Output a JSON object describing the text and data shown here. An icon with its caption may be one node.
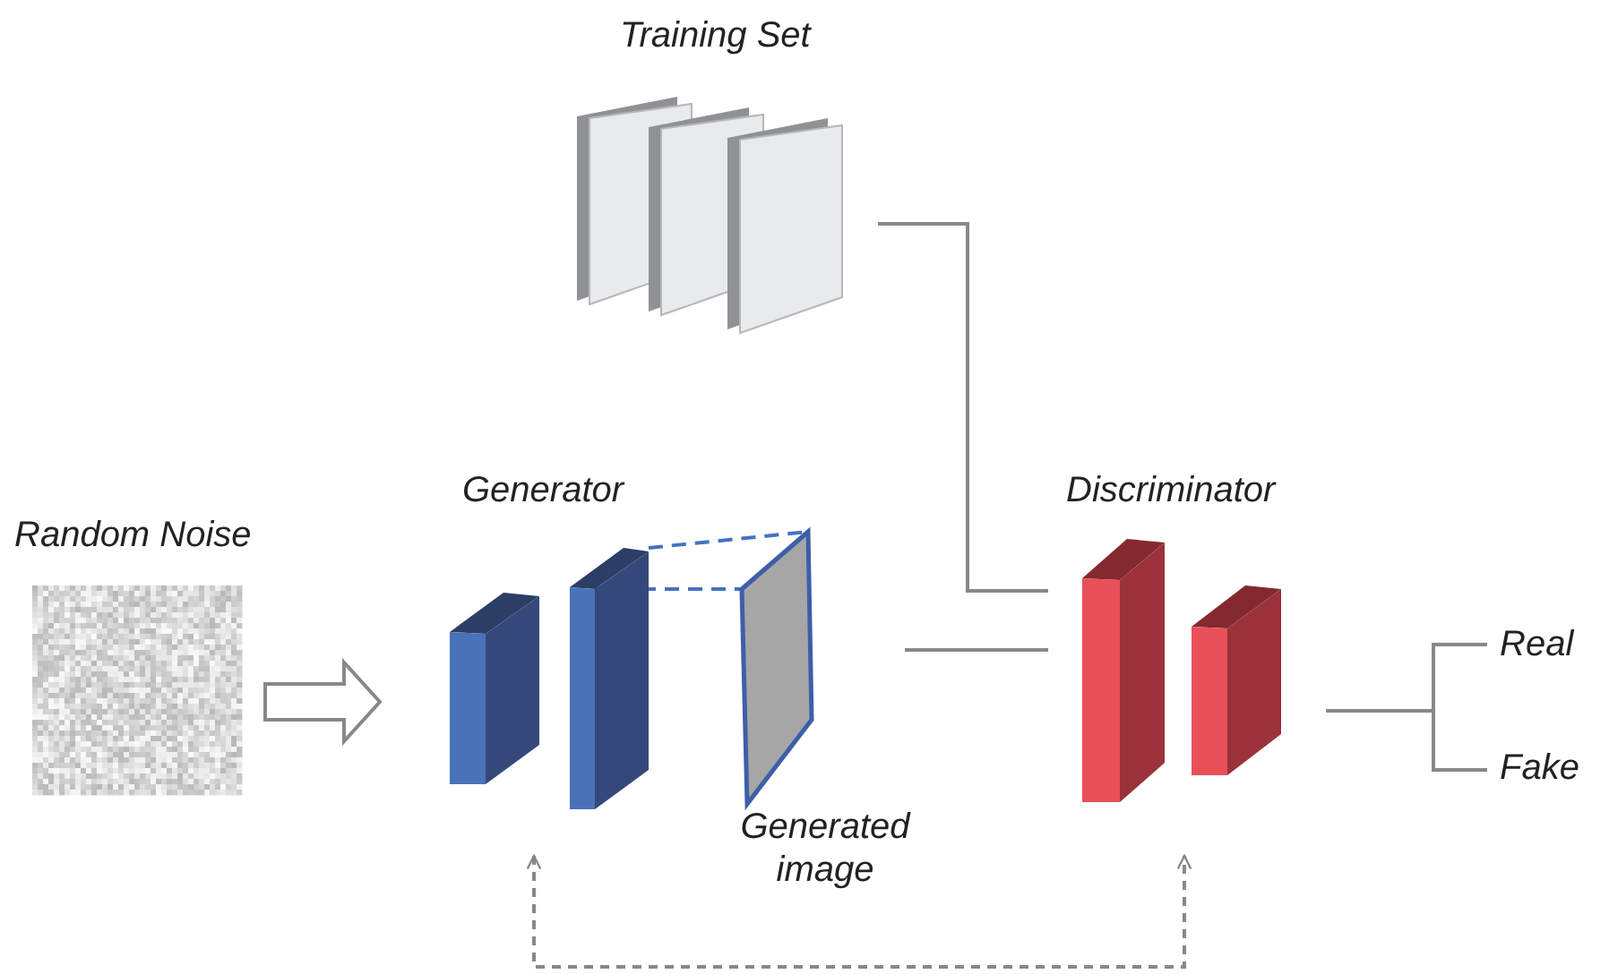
{
  "diagram": {
    "nodes": [
      {
        "text": [
          "Random Noise"
        ]
      },
      {
        "text": [
          "Generator"
        ]
      },
      {
        "text": [
          "Generated image"
        ]
      },
      {
        "text": [
          "Training Set"
        ]
      },
      {
        "text": [
          "Discriminator"
        ]
      },
      {
        "text": [
          "Real"
        ]
      },
      {
        "text": [
          "Fake"
        ]
      }
    ],
    "edges": [
      {
        "from": 0,
        "to": 1,
        "arrow": "to",
        "style": "thick"
      },
      {
        "from": 1,
        "to": 2,
        "arrow": "none",
        "style": "dashed",
        "color": "#4472c4"
      },
      {
        "from": 3,
        "to": 4,
        "arrow": "none"
      },
      {
        "from": 2,
        "to": 4,
        "arrow": "none"
      },
      {
        "from": 4,
        "to": 5,
        "arrow": "none"
      },
      {
        "from": 4,
        "to": 6,
        "arrow": "none"
      },
      {
        "from": 1,
        "to": 4,
        "arrow": "both",
        "style": "dashed"
      }
    ]
  }
}
